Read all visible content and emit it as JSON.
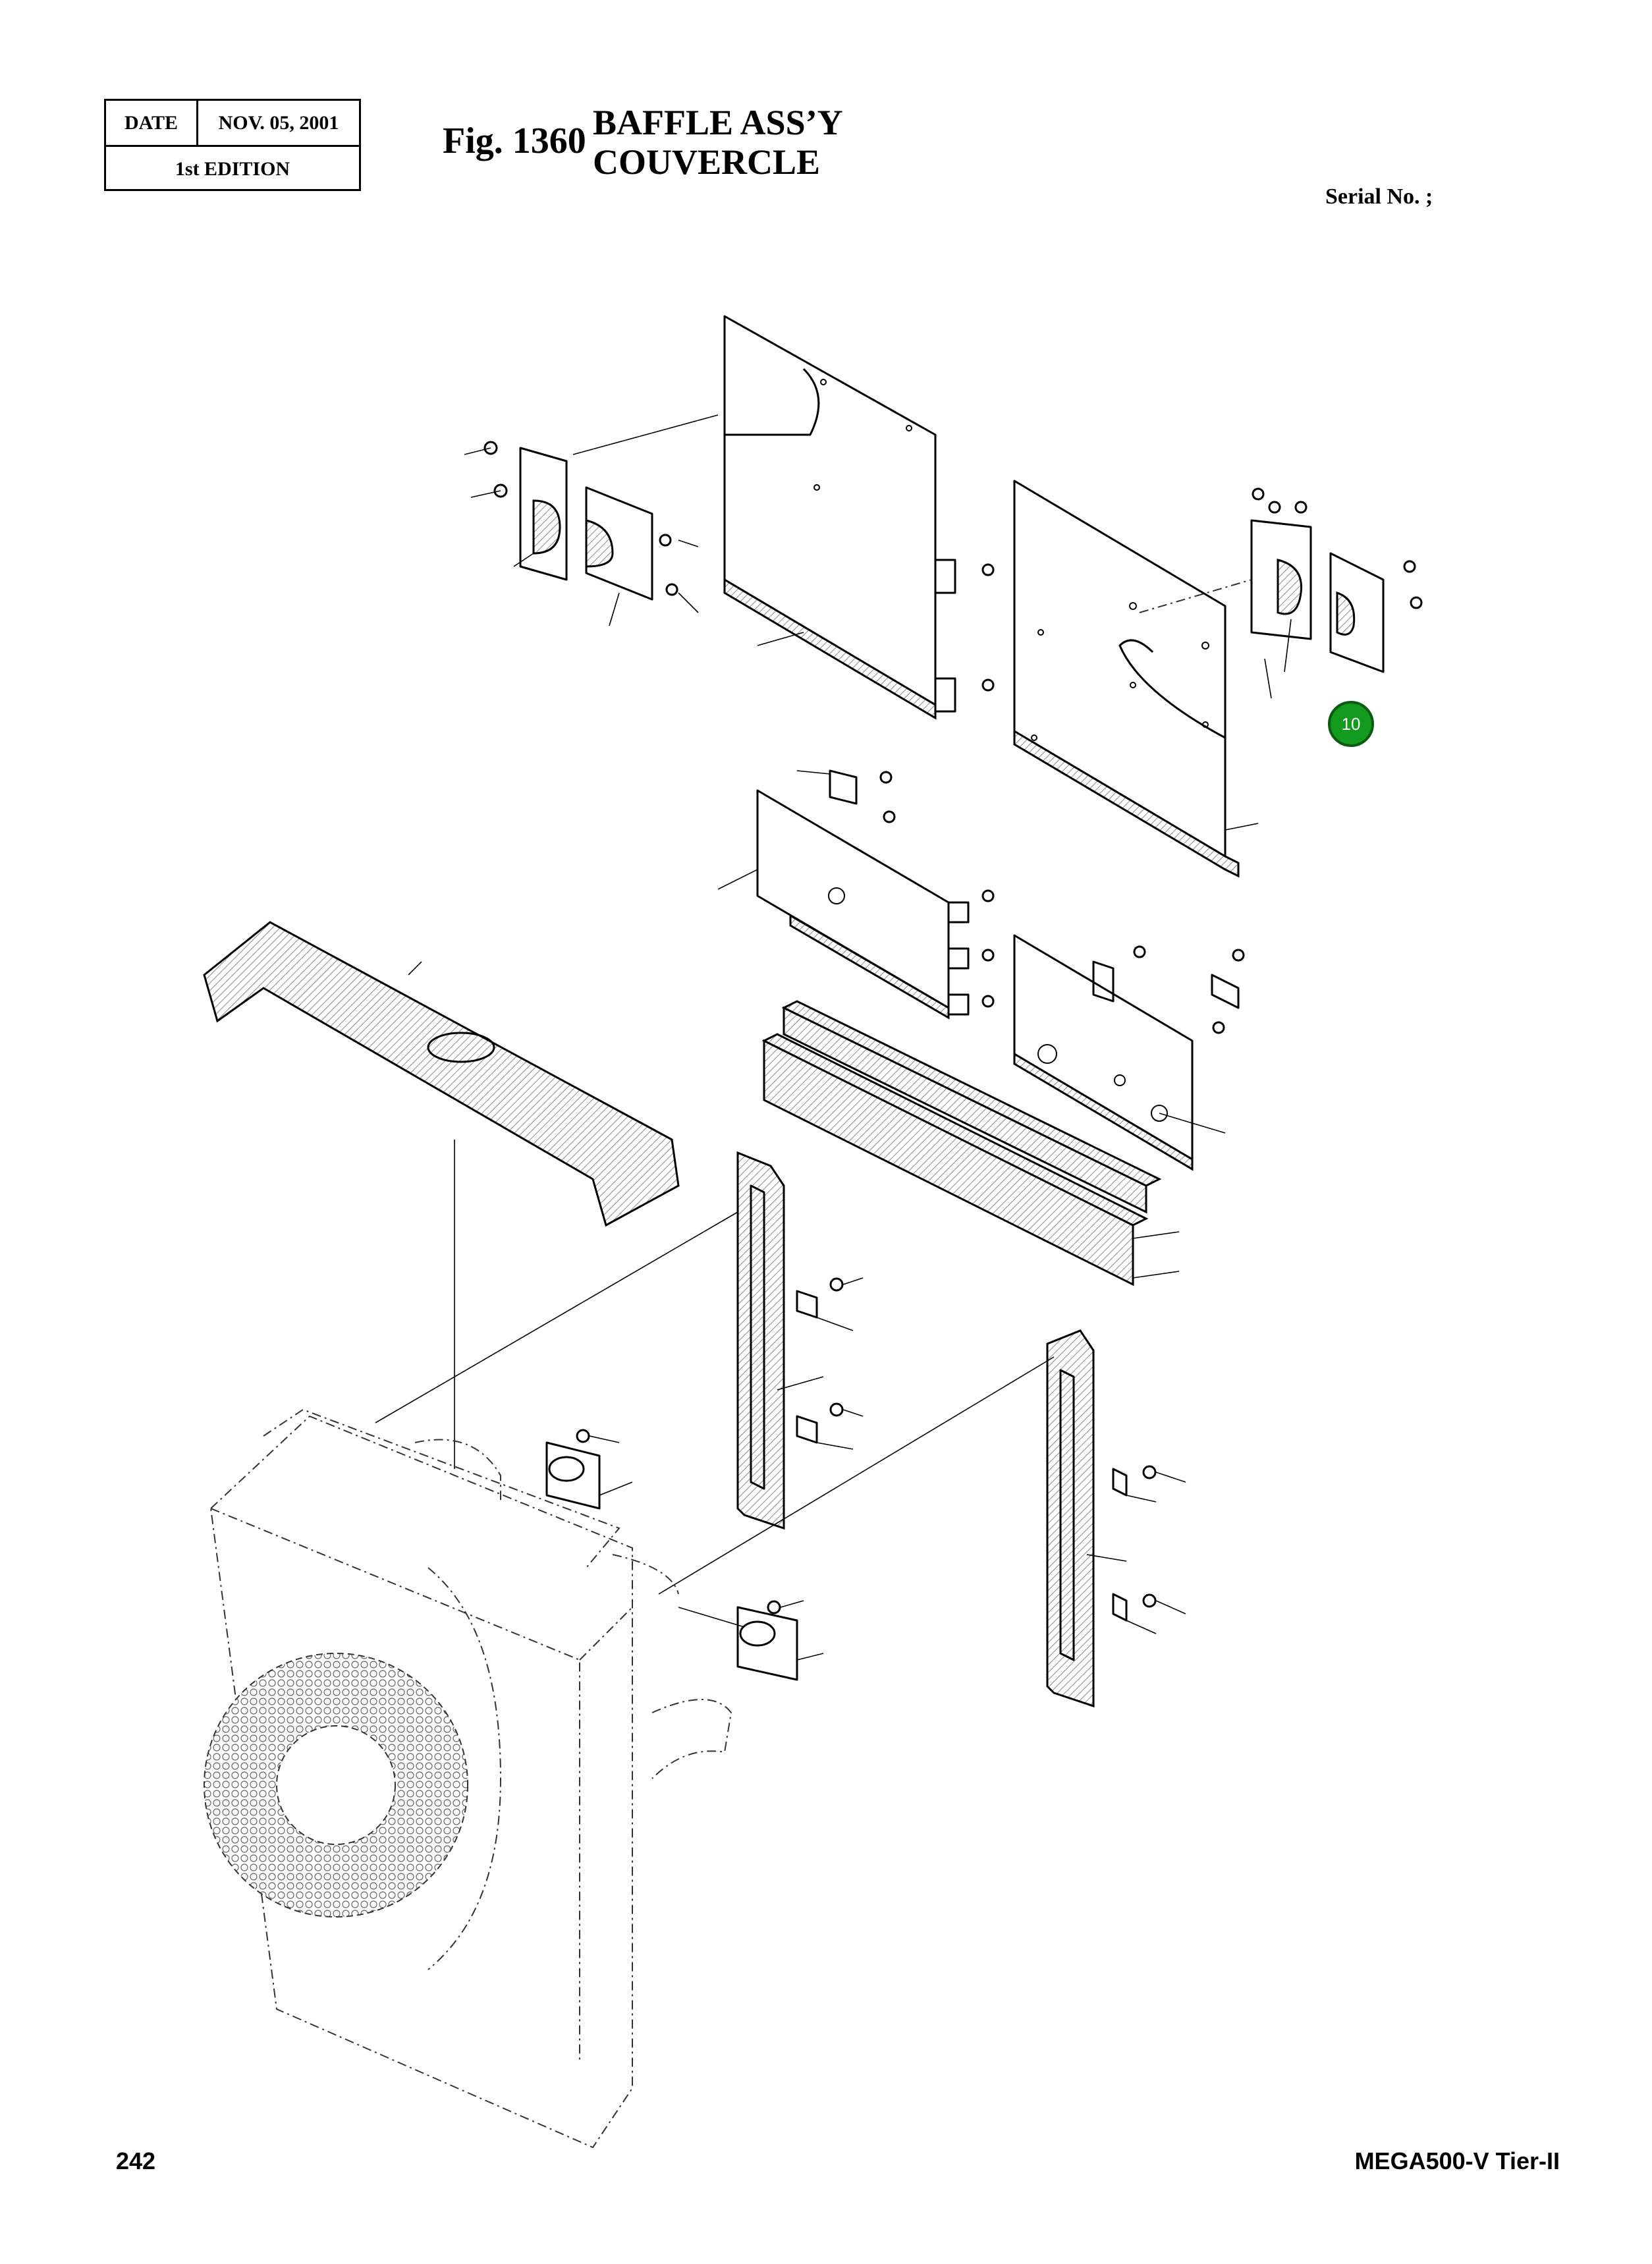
{
  "header": {
    "date_label": "DATE",
    "date_value": "NOV. 05, 2001",
    "edition": "1st EDITION",
    "fig_number": "Fig. 1360",
    "title_en": "BAFFLE ASS’Y",
    "title_fr": "COUVERCLE",
    "serial_label": "Serial No. ;"
  },
  "diagram": {
    "callout_label": "10",
    "callout_color": "#119a1e"
  },
  "footer": {
    "page_number": "242",
    "model": "MEGA500-V Tier-II"
  }
}
